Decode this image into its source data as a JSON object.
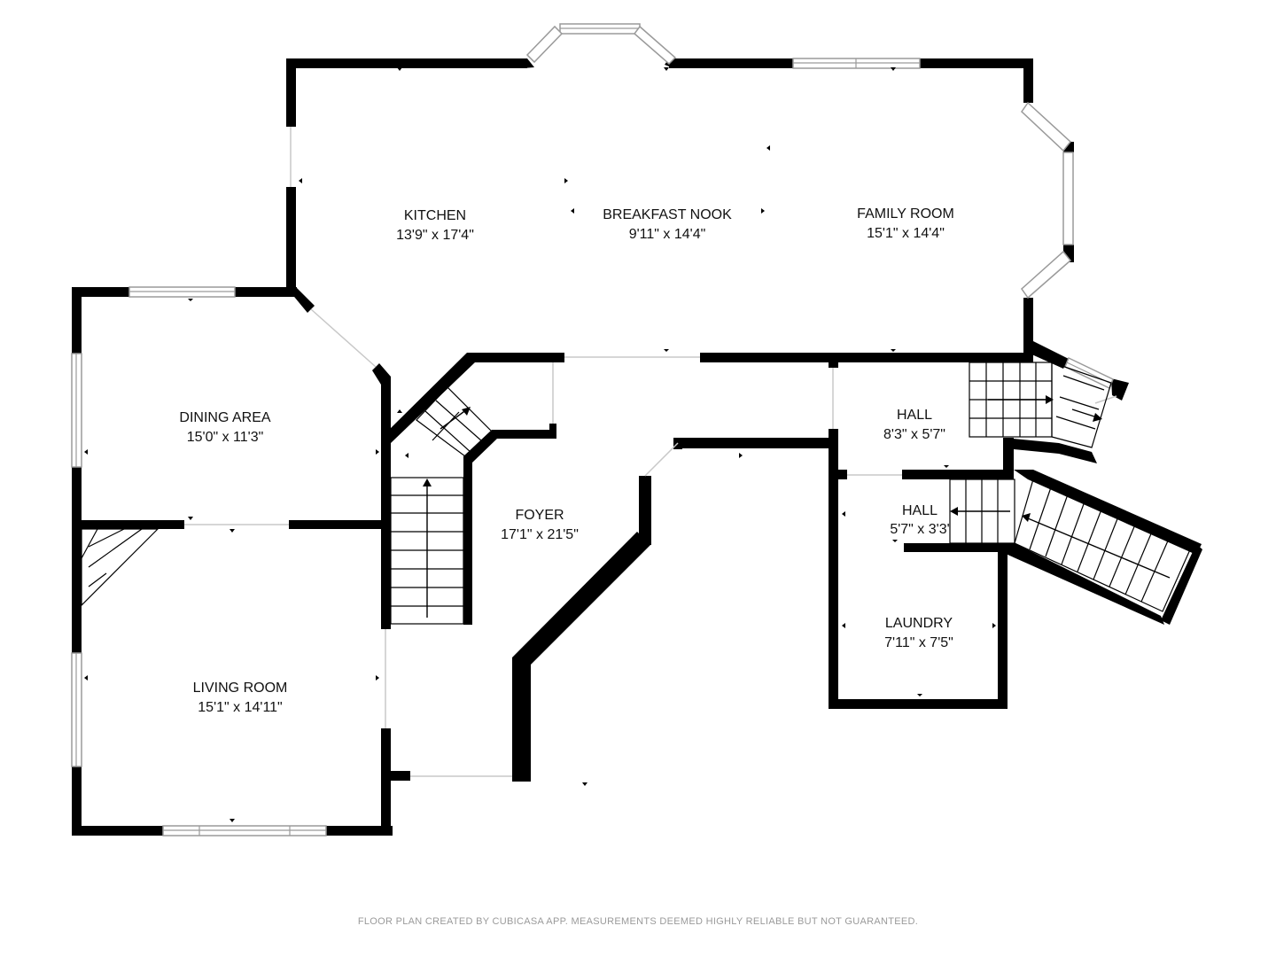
{
  "rooms": [
    {
      "id": "kitchen",
      "name": "KITCHEN",
      "dims": "13'9\" x 17'4\""
    },
    {
      "id": "breakfast-nook",
      "name": "BREAKFAST NOOK",
      "dims": "9'11\" x 14'4\""
    },
    {
      "id": "family-room",
      "name": "FAMILY ROOM",
      "dims": "15'1\" x 14'4\""
    },
    {
      "id": "dining-area",
      "name": "DINING AREA",
      "dims": "15'0\" x 11'3\""
    },
    {
      "id": "foyer",
      "name": "FOYER",
      "dims": "17'1\" x 21'5\""
    },
    {
      "id": "hall-upper",
      "name": "HALL",
      "dims": "8'3\" x 5'7\""
    },
    {
      "id": "hall-lower",
      "name": "HALL",
      "dims": "5'7\" x 3'3'"
    },
    {
      "id": "living-room",
      "name": "LIVING ROOM",
      "dims": "15'1\" x 14'11\""
    },
    {
      "id": "laundry",
      "name": "LAUNDRY",
      "dims": "7'11\" x 7'5\""
    }
  ],
  "footer": "FLOOR PLAN CREATED BY CUBICASA APP. MEASUREMENTS DEEMED HIGHLY RELIABLE BUT NOT GUARANTEED.",
  "colors": {
    "wall": "#000000",
    "window": "#9a9a9a",
    "text": "#111111",
    "footer": "#9a9a9a"
  }
}
